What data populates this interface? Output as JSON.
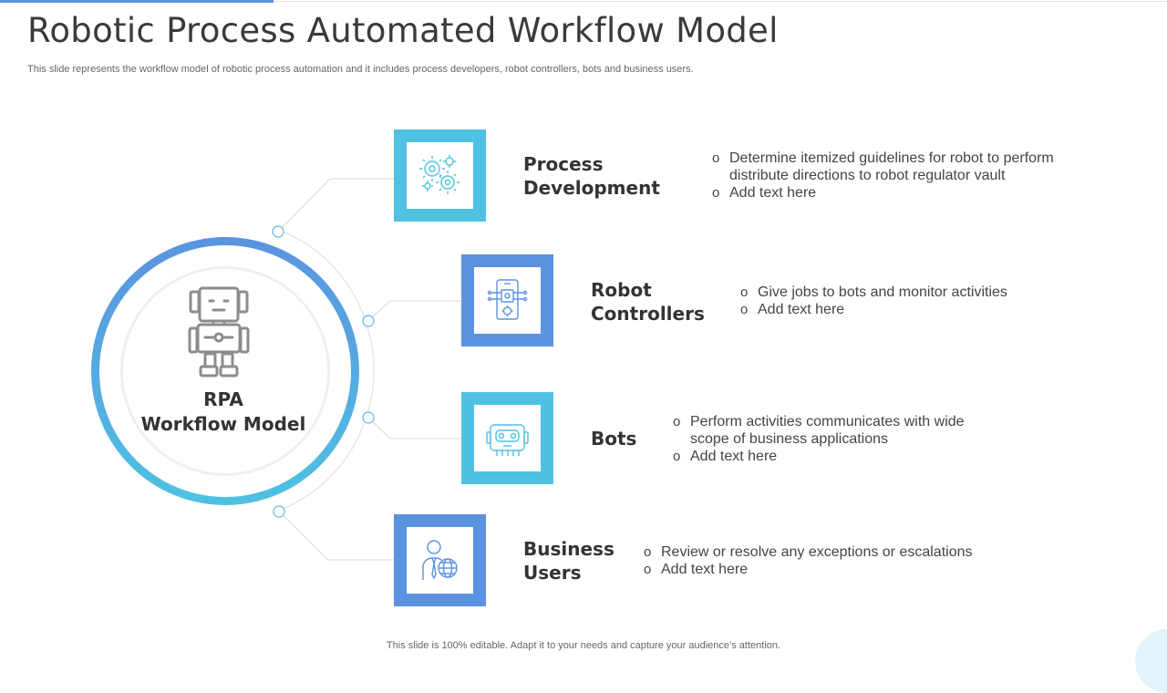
{
  "header": {
    "title": "Robotic Process Automated Workflow Model",
    "subtitle": "This slide represents the workflow model of robotic process automation and it includes process developers, robot controllers, bots and business users."
  },
  "center": {
    "line1": "RPA",
    "line2": "Workflow Model",
    "icon": "robot-icon"
  },
  "colors": {
    "blue": "#5b93e0",
    "cyan": "#4fc1e2",
    "connector": "#d9d9d9"
  },
  "steps": [
    {
      "title_line1": "Process",
      "title_line2": "Development",
      "icon": "gears-icon",
      "color": "#4fc1e2",
      "bullets": [
        "Determine itemized guidelines for robot to perform distribute directions to robot regulator vault",
        "Add text here"
      ]
    },
    {
      "title_line1": "Robot",
      "title_line2": "Controllers",
      "icon": "mobile-chip-icon",
      "color": "#5b93e0",
      "bullets": [
        "Give jobs to bots and monitor activities",
        "Add text here"
      ]
    },
    {
      "title_line1": "Bots",
      "title_line2": "",
      "icon": "bot-head-icon",
      "color": "#4fc1e2",
      "bullets": [
        "Perform activities communicates with wide scope of business applications",
        "Add text here"
      ]
    },
    {
      "title_line1": "Business",
      "title_line2": "Users",
      "icon": "business-user-globe-icon",
      "color": "#5b93e0",
      "bullets": [
        "Review or resolve any exceptions or escalations",
        "Add text here"
      ]
    }
  ],
  "footer": {
    "text": "This slide is 100% editable. Adapt it to your needs and capture your audience’s attention."
  }
}
